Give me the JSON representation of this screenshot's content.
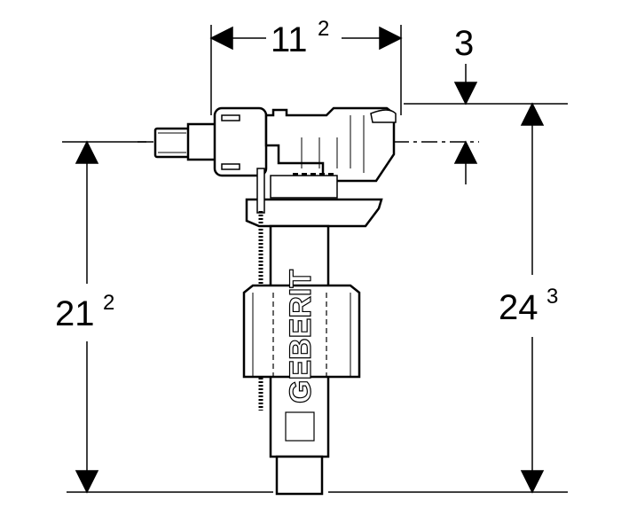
{
  "dimensions": {
    "top_width": {
      "main": "11",
      "sup": "2"
    },
    "top_offset": {
      "main": "3"
    },
    "left_height": {
      "main": "21",
      "sup": "2"
    },
    "right_height": {
      "main": "24",
      "sup": "3"
    }
  },
  "brand": "GEBERIT",
  "colors": {
    "line": "#000000",
    "background": "#ffffff"
  }
}
